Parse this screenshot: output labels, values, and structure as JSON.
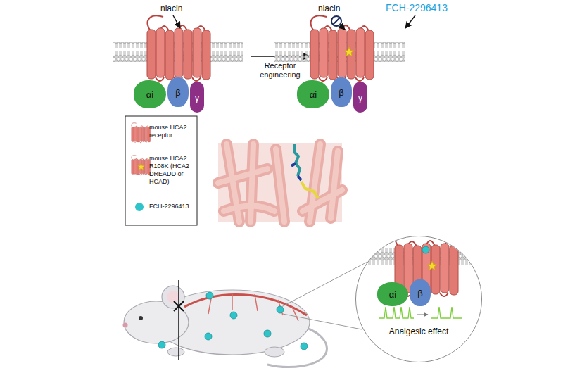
{
  "diagram": {
    "nodes": [
      {
        "text": [
          "αi"
        ]
      },
      {
        "text": [
          "β"
        ]
      },
      {
        "text": [
          "γ"
        ]
      },
      {
        "text": [
          "αi"
        ]
      },
      {
        "text": [
          "β"
        ]
      },
      {
        "text": [
          "γ"
        ]
      },
      {
        "text": [
          "Analgesic effect"
        ]
      },
      {
        "text": [
          "αi"
        ],
        "in": 6
      },
      {
        "text": [
          "β"
        ],
        "in": 6
      }
    ],
    "labels": [
      "niacin",
      "niacin",
      "FCH-2296413",
      "Receptor engineering"
    ],
    "legend": [
      {
        "text": "mouse HCA2 receptor"
      },
      {
        "text": "mouse HCA2 R108K (HCA2 DREADD or HCAD)"
      },
      {
        "text": "FCH-2296413",
        "color": "#2ec4c9"
      }
    ]
  }
}
